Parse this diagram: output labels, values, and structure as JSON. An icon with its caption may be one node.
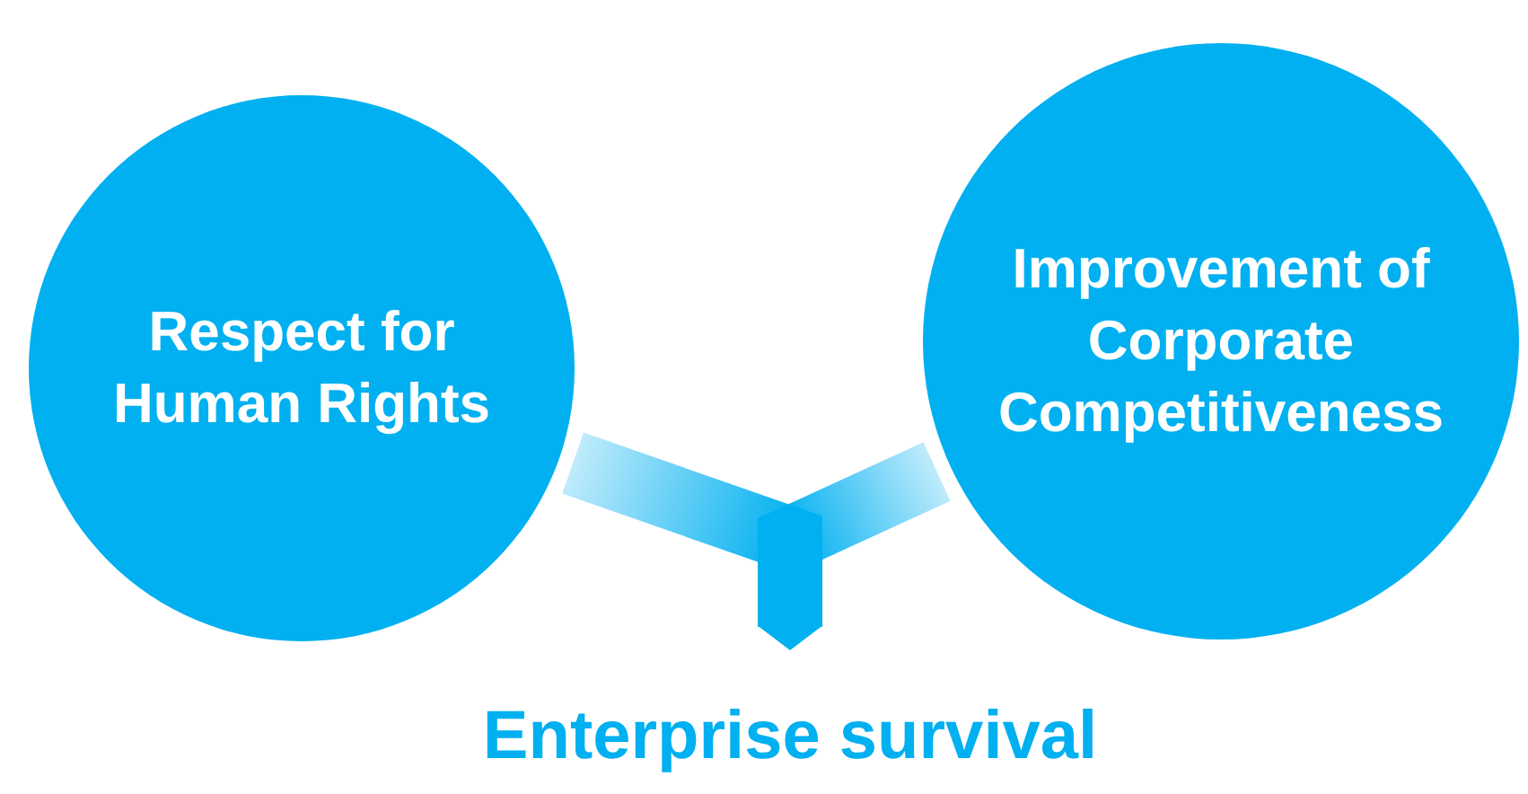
{
  "diagram": {
    "nodes": [
      {
        "text": [
          "Respect for Human Rights"
        ]
      },
      {
        "text": [
          "Improvement of Corporate Competitiveness"
        ]
      },
      {
        "text": [
          "Enterprise survival"
        ]
      }
    ],
    "edges": [
      {
        "from": 0,
        "to": 2,
        "arrow": "to"
      },
      {
        "from": 1,
        "to": 2,
        "arrow": "to"
      }
    ]
  }
}
